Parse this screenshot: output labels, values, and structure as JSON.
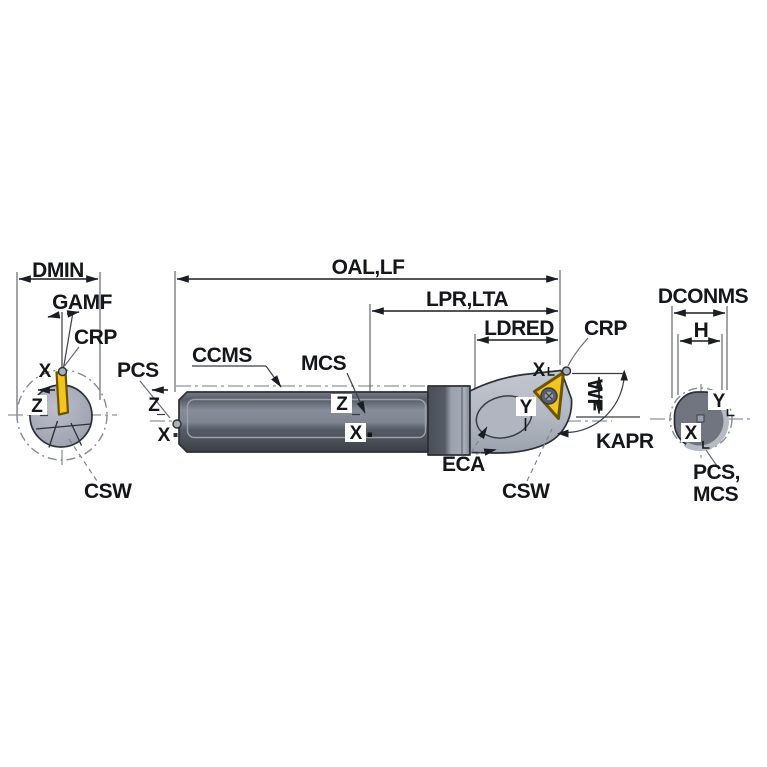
{
  "diagram": {
    "title": "boring-bar-dimension-diagram",
    "left_view": {
      "dmin": "DMIN",
      "gamf": "GAMF",
      "crp": "CRP",
      "x_axis": "X",
      "z_axis": "Z",
      "csw": "CSW"
    },
    "main_view": {
      "oal": "OAL,LF",
      "lpr": "LPR,LTA",
      "ldred": "LDRED",
      "ccms": "CCMS",
      "mcs": "MCS",
      "pcs": "PCS",
      "pcs_z": "Z",
      "pcs_x": "X",
      "mcs_z": "Z",
      "mcs_x": "X",
      "crp": "CRP",
      "head_x": "X",
      "head_y": "Y",
      "wf": "WF",
      "kapr": "KAPR",
      "eca": "ECA",
      "csw": "CSW"
    },
    "right_view": {
      "dconms": "DCONMS",
      "h": "H",
      "y_axis": "Y",
      "x_axis": "X",
      "pcs_mcs_line1": "PCS,",
      "pcs_mcs_line2": "MCS"
    }
  },
  "colors": {
    "insert_yellow": "#f2c41d",
    "insert_outline": "#6b5300",
    "steel_dark": "#50555f",
    "steel_light": "#b4b9c3",
    "section_gray": "#b0b3bf",
    "shank_gray": "#71757f",
    "line_black": "#1a1d22",
    "centerline_gray": "#9094a0",
    "background": "#ffffff"
  }
}
